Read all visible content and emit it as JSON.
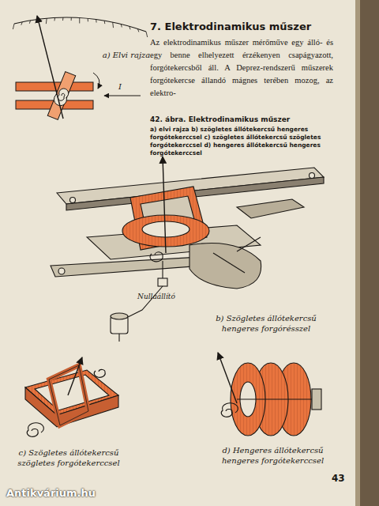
{
  "diagram": {
    "title": "7. Elektrodinamikus műszer",
    "caption": "42. ábra. Elektrodinamikus műszer",
    "labels": [
      "a) Elvi rajza",
      "I",
      "Az elektrodinamikus műszer mérőműve egy álló- és egy benne elhelyezett érzékenyen csapágyazott, forgótekercsből áll. A Deprez-rendszerű műszerek forgótekercse állandó mágnes terében mozog, az elektro-",
      "a) elvi rajza b) szögletes állótekercsű hengeres forgótekerccsel c) szögletes állótekercsű szögletes forgótekerccsel d) hengeres állótekercsű hengeres forgótekerccsel",
      "Nullaállító",
      "b) Szögletes állótekercsű hengeres forgórésszel",
      "c) Szögletes állótekercsű szögletes forgótekerccsel",
      "d) Hengeres állótekercsű hengeres forgótekerccsel",
      "43",
      "Antikvárium.hu"
    ]
  }
}
